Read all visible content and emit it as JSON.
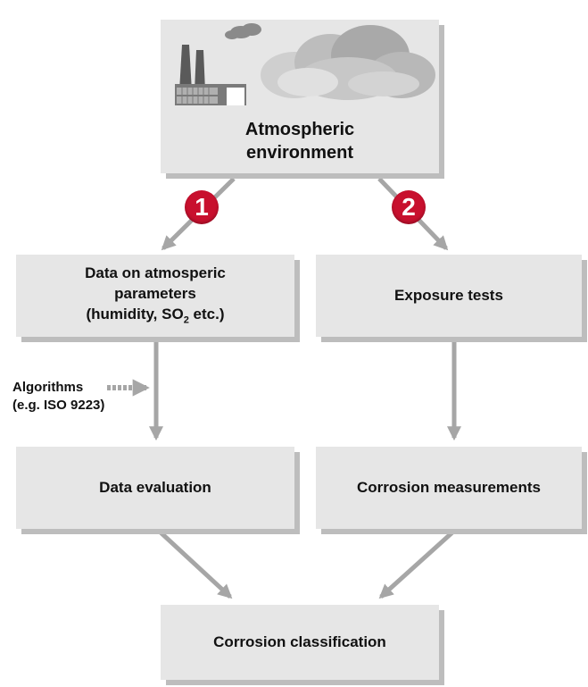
{
  "top": {
    "line1": "Atmospheric",
    "line2": "environment"
  },
  "badges": {
    "first": "1",
    "second": "2"
  },
  "left_top": {
    "line1": "Data on atmosperic",
    "line2": "parameters",
    "line3_pre": "(humidity, SO",
    "line3_sub": "2",
    "line3_post": " etc.)"
  },
  "right_top": {
    "label": "Exposure tests"
  },
  "algorithms": {
    "line1": "Algorithms",
    "line2": "(e.g. ISO 9223)"
  },
  "left_mid": {
    "label": "Data evaluation"
  },
  "right_mid": {
    "label": "Corrosion measurements"
  },
  "bottom": {
    "label": "Corrosion classification"
  },
  "colors": {
    "box": "#e6e6e6",
    "shadow": "#bdbdbd",
    "arrow": "#a6a6a6",
    "badge": "#c8102e"
  }
}
